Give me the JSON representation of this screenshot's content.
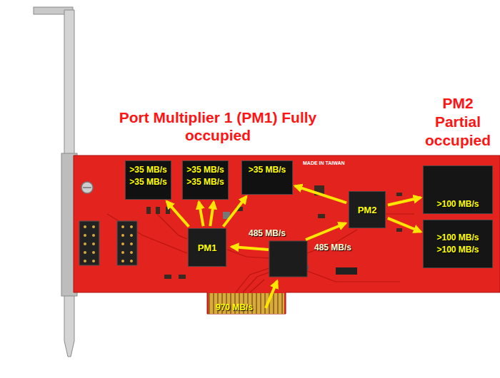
{
  "diagram": {
    "nodes": [
      {
        "text": [
          ">35 MB/s",
          ">35 MB/s"
        ]
      },
      {
        "text": [
          ">35 MB/s",
          ">35 MB/s"
        ]
      },
      {
        "text": [
          ">35 MB/s"
        ]
      },
      {
        "text": [
          "PM1"
        ]
      },
      {
        "text": [
          "PM2"
        ]
      },
      {
        "text": [
          ">100 MB/s"
        ]
      },
      {
        "text": [
          ">100 MB/s",
          ">100 MB/s"
        ]
      }
    ],
    "edges": [
      {
        "from": 3,
        "to": 0,
        "arrow": "to"
      },
      {
        "from": 3,
        "to": 1,
        "arrow": "to"
      },
      {
        "from": 3,
        "to": 1,
        "arrow": "to"
      },
      {
        "from": 3,
        "to": 2,
        "arrow": "to"
      },
      {
        "from": 4,
        "to": 2,
        "arrow": "to"
      },
      {
        "from": 4,
        "to": 5,
        "arrow": "to"
      },
      {
        "from": 4,
        "to": 6,
        "arrow": "to"
      }
    ],
    "labels": [
      "Port Multiplier 1 (PM1) Fully occupied",
      "PM2 Partial occupied",
      "485 MB/s",
      "485 MB/s",
      "970 MB/s",
      "MADE IN TAIWAN"
    ]
  }
}
